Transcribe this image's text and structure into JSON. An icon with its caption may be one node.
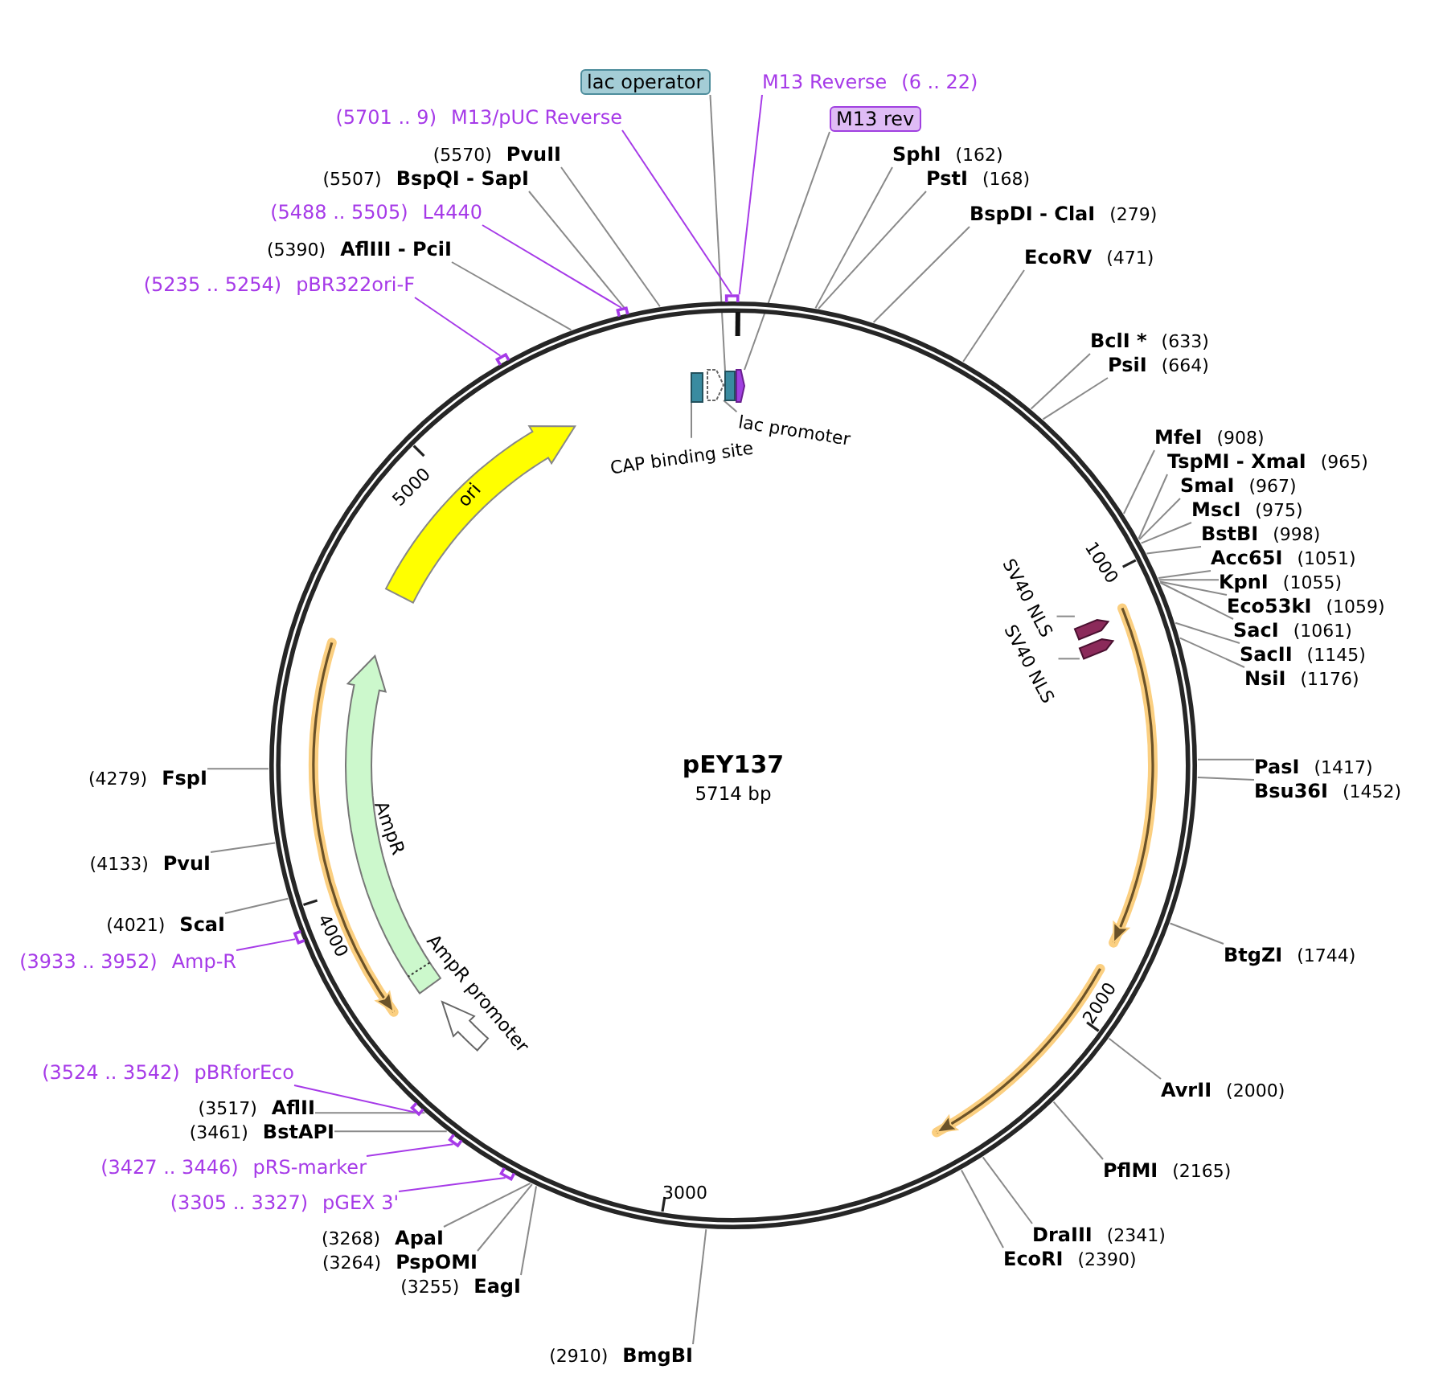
{
  "diagram": {
    "title": "pEY137",
    "nodes": [
      {
        "text": [
          "lac operator"
        ]
      },
      {
        "text": [
          "(5701 .. 9)",
          "M13/pUC Reverse"
        ]
      },
      {
        "text": [
          "M13 Reverse",
          "(6 .. 22)"
        ]
      },
      {
        "text": [
          "M13 rev"
        ]
      },
      {
        "text": [
          "(5570)",
          "PvuII"
        ]
      },
      {
        "text": [
          "(5507)",
          "BspQI - SapI"
        ]
      },
      {
        "text": [
          "(5488 .. 5505)",
          "L4440"
        ]
      },
      {
        "text": [
          "(5390)",
          "AflIII - PciI"
        ]
      },
      {
        "text": [
          "(5235 .. 5254)",
          "pBR322ori-F"
        ]
      },
      {
        "text": [
          "SphI",
          "(162)"
        ]
      },
      {
        "text": [
          "PstI",
          "(168)"
        ]
      },
      {
        "text": [
          "BspDI - ClaI",
          "(279)"
        ]
      },
      {
        "text": [
          "EcoRV",
          "(471)"
        ]
      },
      {
        "text": [
          "BclI *",
          "(633)"
        ]
      },
      {
        "text": [
          "PsiI",
          "(664)"
        ]
      },
      {
        "text": [
          "MfeI",
          "(908)"
        ]
      },
      {
        "text": [
          "TspMI - XmaI",
          "(965)"
        ]
      },
      {
        "text": [
          "SmaI",
          "(967)"
        ]
      },
      {
        "text": [
          "MscI",
          "(975)"
        ]
      },
      {
        "text": [
          "BstBI",
          "(998)"
        ]
      },
      {
        "text": [
          "Acc65I",
          "(1051)"
        ]
      },
      {
        "text": [
          "KpnI",
          "(1055)"
        ]
      },
      {
        "text": [
          "Eco53kI",
          "(1059)"
        ]
      },
      {
        "text": [
          "SacI",
          "(1061)"
        ]
      },
      {
        "text": [
          "SacII",
          "(1145)"
        ]
      },
      {
        "text": [
          "NsiI",
          "(1176)"
        ]
      },
      {
        "text": [
          "PasI",
          "(1417)"
        ]
      },
      {
        "text": [
          "Bsu36I",
          "(1452)"
        ]
      },
      {
        "text": [
          "BtgZI",
          "(1744)"
        ]
      },
      {
        "text": [
          "AvrII",
          "(2000)"
        ]
      },
      {
        "text": [
          "PflMI",
          "(2165)"
        ]
      },
      {
        "text": [
          "DraIII",
          "(2341)"
        ]
      },
      {
        "text": [
          "EcoRI",
          "(2390)"
        ]
      },
      {
        "text": [
          "(2910)",
          "BmgBI"
        ]
      },
      {
        "text": [
          "(3255)",
          "EagI"
        ]
      },
      {
        "text": [
          "(3264)",
          "PspOMI"
        ]
      },
      {
        "text": [
          "(3268)",
          "ApaI"
        ]
      },
      {
        "text": [
          "(3305 .. 3327)",
          "pGEX 3'"
        ]
      },
      {
        "text": [
          "(3427 .. 3446)",
          "pRS-marker"
        ]
      },
      {
        "text": [
          "(3461)",
          "BstAPI"
        ]
      },
      {
        "text": [
          "(3517)",
          "AflII"
        ]
      },
      {
        "text": [
          "(3524 .. 3542)",
          "pBRforEco"
        ]
      },
      {
        "text": [
          "(3933 .. 3952)",
          "Amp-R"
        ]
      },
      {
        "text": [
          "(4021)",
          "ScaI"
        ]
      },
      {
        "text": [
          "(4133)",
          "PvuI"
        ]
      },
      {
        "text": [
          "(4279)",
          "FspI"
        ]
      },
      {
        "text": [
          "CAP binding site"
        ]
      },
      {
        "text": [
          "lac promoter"
        ]
      },
      {
        "text": [],
        "shape": "box"
      },
      {
        "text": [],
        "shape": "arrow"
      },
      {
        "text": [],
        "shape": "box"
      },
      {
        "text": [],
        "shape": "arrow"
      },
      {
        "text": [
          "ori"
        ]
      },
      {
        "text": [
          "SV40 NLS"
        ]
      },
      {
        "text": [
          "SV40 NLS"
        ]
      },
      {
        "text": [],
        "shape": "arrow"
      },
      {
        "text": [],
        "shape": "arrow"
      },
      {
        "text": [
          "AmpR"
        ]
      },
      {
        "text": [
          "AmpR promoter"
        ]
      }
    ],
    "edges": [
      {
        "from": 0,
        "to": 50,
        "arrow": "none"
      },
      {
        "from": 1,
        "to": null,
        "arrow": "none",
        "color": "#a63ae8"
      },
      {
        "from": 2,
        "to": null,
        "arrow": "none",
        "color": "#a63ae8"
      },
      {
        "from": 3,
        "to": 51,
        "arrow": "none"
      },
      {
        "from": 4,
        "to": null,
        "arrow": "none"
      },
      {
        "from": 5,
        "to": null,
        "arrow": "none"
      },
      {
        "from": 6,
        "to": null,
        "arrow": "none",
        "color": "#a63ae8"
      },
      {
        "from": 7,
        "to": null,
        "arrow": "none"
      },
      {
        "from": 8,
        "to": null,
        "arrow": "none",
        "color": "#a63ae8"
      },
      {
        "from": 9,
        "to": null,
        "arrow": "none"
      },
      {
        "from": 10,
        "to": null,
        "arrow": "none"
      },
      {
        "from": 11,
        "to": null,
        "arrow": "none"
      },
      {
        "from": 12,
        "to": null,
        "arrow": "none"
      },
      {
        "from": 13,
        "to": null,
        "arrow": "none"
      },
      {
        "from": 14,
        "to": null,
        "arrow": "none"
      },
      {
        "from": 15,
        "to": null,
        "arrow": "none"
      },
      {
        "from": 16,
        "to": null,
        "arrow": "none"
      },
      {
        "from": 17,
        "to": null,
        "arrow": "none"
      },
      {
        "from": 18,
        "to": null,
        "arrow": "none"
      },
      {
        "from": 19,
        "to": null,
        "arrow": "none"
      },
      {
        "from": 20,
        "to": null,
        "arrow": "none"
      },
      {
        "from": 21,
        "to": null,
        "arrow": "none"
      },
      {
        "from": 22,
        "to": null,
        "arrow": "none"
      },
      {
        "from": 23,
        "to": null,
        "arrow": "none"
      },
      {
        "from": 24,
        "to": null,
        "arrow": "none"
      },
      {
        "from": 25,
        "to": null,
        "arrow": "none"
      },
      {
        "from": 26,
        "to": null,
        "arrow": "none"
      },
      {
        "from": 27,
        "to": null,
        "arrow": "none"
      },
      {
        "from": 28,
        "to": null,
        "arrow": "none"
      },
      {
        "from": 29,
        "to": null,
        "arrow": "none"
      },
      {
        "from": 30,
        "to": null,
        "arrow": "none"
      },
      {
        "from": 31,
        "to": null,
        "arrow": "none"
      },
      {
        "from": 32,
        "to": null,
        "arrow": "none"
      },
      {
        "from": 33,
        "to": null,
        "arrow": "none"
      },
      {
        "from": 34,
        "to": null,
        "arrow": "none"
      },
      {
        "from": 35,
        "to": null,
        "arrow": "none"
      },
      {
        "from": 36,
        "to": null,
        "arrow": "none"
      },
      {
        "from": 37,
        "to": null,
        "arrow": "none",
        "color": "#a63ae8"
      },
      {
        "from": 38,
        "to": null,
        "arrow": "none",
        "color": "#a63ae8"
      },
      {
        "from": 39,
        "to": null,
        "arrow": "none"
      },
      {
        "from": 40,
        "to": null,
        "arrow": "none"
      },
      {
        "from": 41,
        "to": null,
        "arrow": "none",
        "color": "#a63ae8"
      },
      {
        "from": 42,
        "to": null,
        "arrow": "none",
        "color": "#a63ae8"
      },
      {
        "from": 43,
        "to": null,
        "arrow": "none"
      },
      {
        "from": 44,
        "to": null,
        "arrow": "none"
      },
      {
        "from": 45,
        "to": null,
        "arrow": "none"
      },
      {
        "from": 46,
        "to": 48,
        "arrow": "none"
      },
      {
        "from": 47,
        "to": 49,
        "arrow": "none"
      },
      {
        "from": 53,
        "to": 55,
        "arrow": "none"
      },
      {
        "from": 54,
        "to": 56,
        "arrow": "none"
      }
    ],
    "labels": [
      "5000",
      "1000",
      "5714 bp",
      "4000",
      "2000",
      "3000"
    ]
  }
}
